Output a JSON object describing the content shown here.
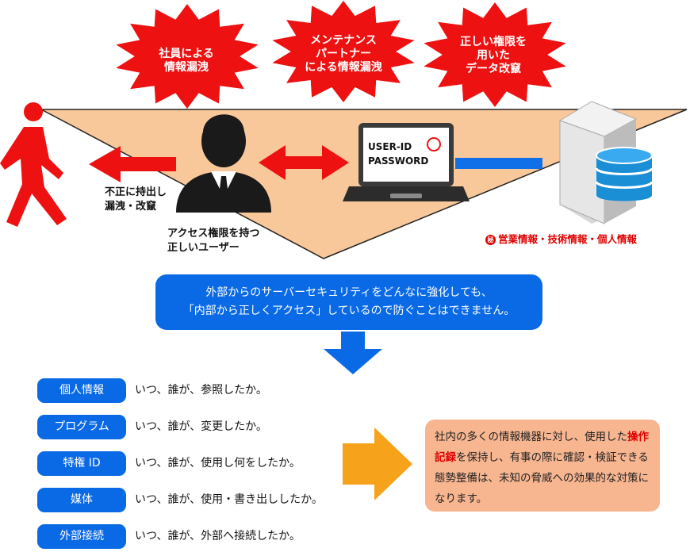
{
  "threats": [
    {
      "label": "社員による\n情報漏洩"
    },
    {
      "label": "メンテナンス\nパートナー\nによる情報漏洩"
    },
    {
      "label": "正しい権限を\n用いた\nデータ改竄"
    }
  ],
  "diagram": {
    "leak_label": "不正に持出し\n漏洩・改竄",
    "user_label": "アクセス権限を持つ\n正しいユーザー",
    "laptop_fields": "USER-ID\nPASSWORD",
    "legend_mark": "秘",
    "legend_text": "営業情報・技術情報・個人情報"
  },
  "message": {
    "line1": "外部からのサーバーセキュリティをどんなに強化しても、",
    "line2": "「内部から正しくアクセス」しているので防ぐことはできません。"
  },
  "items": [
    {
      "tag": "個人情報",
      "text": "いつ、誰が、参照したか。"
    },
    {
      "tag": "プログラム",
      "text": "いつ、誰が、変更したか。"
    },
    {
      "tag": "特権 ID",
      "text": "いつ、誰が、使用し何をしたか。"
    },
    {
      "tag": "媒体",
      "text": "いつ、誰が、使用・書き出ししたか。"
    },
    {
      "tag": "外部接続",
      "text": "いつ、誰が、外部へ接続したか。"
    }
  ],
  "summary": {
    "pre": "社内の多くの情報機器に対し、使用した",
    "highlight": "操作記録",
    "post": "を保持し、有事の際に確認・検証できる態勢整備は、未知の脅威への効果的な対策になります。"
  },
  "colors": {
    "red": "#ee1111",
    "blue": "#0a6ae6",
    "orange": "#f6a21a",
    "triangle": "#f9c89a"
  }
}
